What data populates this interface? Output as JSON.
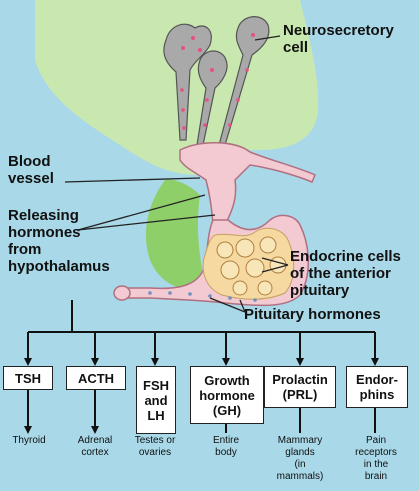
{
  "labels": {
    "neurosecretory": "Neurosecretory\ncell",
    "blood_vessel": "Blood\nvessel",
    "releasing": "Releasing\nhormones\nfrom\nhypothalamus",
    "endocrine": "Endocrine cells\nof the anterior\npituitary",
    "pituitary_hormones": "Pituitary hormones"
  },
  "hormones": [
    {
      "name": "TSH",
      "target": "Thyroid"
    },
    {
      "name": "ACTH",
      "target": "Adrenal\ncortex"
    },
    {
      "name": "FSH\nand\nLH",
      "target": "Testes or\novaries"
    },
    {
      "name": "Growth\nhormone\n(GH)",
      "target": "Entire\nbody"
    },
    {
      "name": "Prolactin\n(PRL)",
      "target": "Mammary\nglands\n(in\nmammals)"
    },
    {
      "name": "Endor-\nphins",
      "target": "Pain\nreceptors\nin the\nbrain"
    }
  ],
  "colors": {
    "background": "#a9d8e8",
    "hypothalamus": "#c9e8b0",
    "posterior_lobe": "#8fcf6a",
    "vessel": "#f3c9d2",
    "anterior_pituitary": "#f5d9a0"
  }
}
